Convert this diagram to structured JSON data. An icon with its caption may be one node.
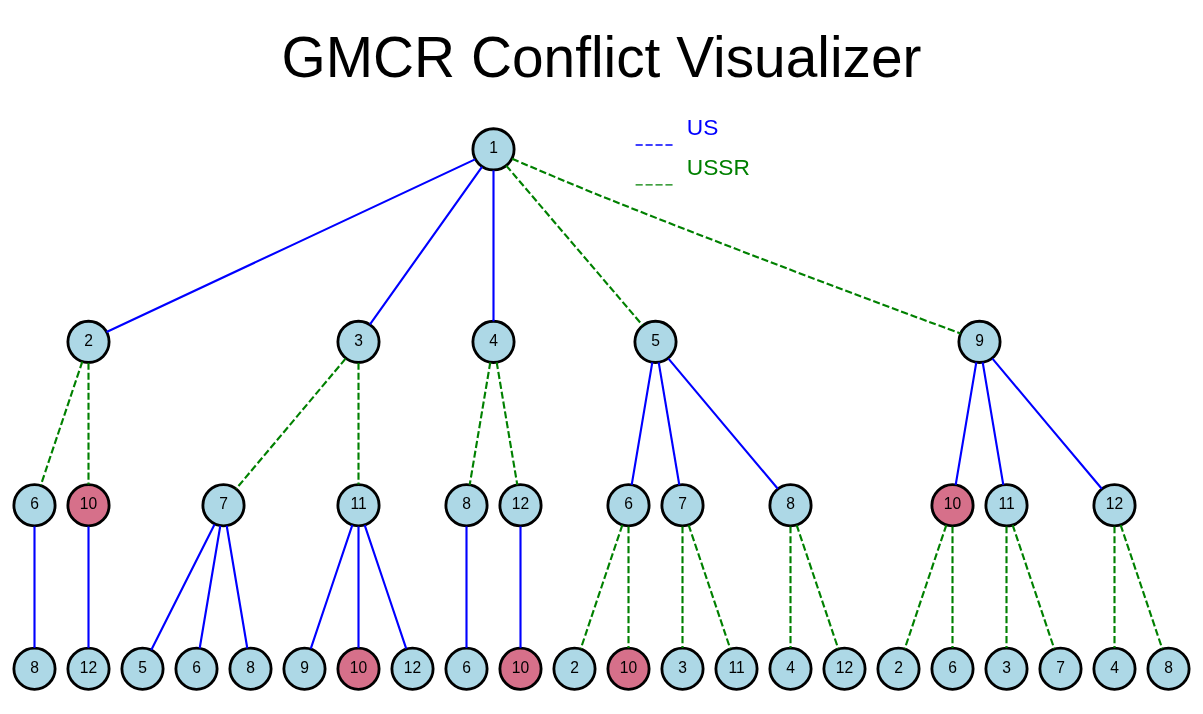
{
  "diagram": {
    "title": "GMCR Conflict Visualizer",
    "nodes": [
      {
        "text": [
          "1"
        ]
      },
      {
        "text": [
          "2"
        ]
      },
      {
        "text": [
          "3"
        ]
      },
      {
        "text": [
          "4"
        ]
      },
      {
        "text": [
          "5"
        ]
      },
      {
        "text": [
          "9"
        ]
      },
      {
        "text": [
          "6"
        ]
      },
      {
        "text": [
          "10"
        ]
      },
      {
        "text": [
          "7"
        ]
      },
      {
        "text": [
          "11"
        ]
      },
      {
        "text": [
          "8"
        ]
      },
      {
        "text": [
          "12"
        ]
      },
      {
        "text": [
          "6"
        ]
      },
      {
        "text": [
          "7"
        ]
      },
      {
        "text": [
          "8"
        ]
      },
      {
        "text": [
          "10"
        ]
      },
      {
        "text": [
          "11"
        ]
      },
      {
        "text": [
          "12"
        ]
      },
      {
        "text": [
          "8"
        ]
      },
      {
        "text": [
          "12"
        ]
      },
      {
        "text": [
          "5"
        ]
      },
      {
        "text": [
          "6"
        ]
      },
      {
        "text": [
          "8"
        ]
      },
      {
        "text": [
          "9"
        ]
      },
      {
        "text": [
          "10"
        ]
      },
      {
        "text": [
          "12"
        ]
      },
      {
        "text": [
          "6"
        ]
      },
      {
        "text": [
          "10"
        ]
      },
      {
        "text": [
          "2"
        ]
      },
      {
        "text": [
          "10"
        ]
      },
      {
        "text": [
          "3"
        ]
      },
      {
        "text": [
          "11"
        ]
      },
      {
        "text": [
          "4"
        ]
      },
      {
        "text": [
          "12"
        ]
      },
      {
        "text": [
          "2"
        ]
      },
      {
        "text": [
          "6"
        ]
      },
      {
        "text": [
          "3"
        ]
      },
      {
        "text": [
          "7"
        ]
      },
      {
        "text": [
          "4"
        ]
      },
      {
        "text": [
          "8"
        ]
      }
    ],
    "edges": [
      {
        "from": 0,
        "to": 1,
        "arrow": "none",
        "color": "#0000ff"
      },
      {
        "from": 0,
        "to": 2,
        "arrow": "none",
        "color": "#0000ff"
      },
      {
        "from": 0,
        "to": 3,
        "arrow": "none",
        "color": "#0000ff"
      },
      {
        "from": 0,
        "to": 4,
        "arrow": "none",
        "style": "dashed",
        "color": "#008000"
      },
      {
        "from": 0,
        "to": 5,
        "arrow": "none",
        "style": "dashed",
        "color": "#008000"
      },
      {
        "from": 1,
        "to": 6,
        "arrow": "none",
        "style": "dashed",
        "color": "#008000"
      },
      {
        "from": 1,
        "to": 7,
        "arrow": "none",
        "style": "dashed",
        "color": "#008000"
      },
      {
        "from": 2,
        "to": 8,
        "arrow": "none",
        "style": "dashed",
        "color": "#008000"
      },
      {
        "from": 2,
        "to": 9,
        "arrow": "none",
        "style": "dashed",
        "color": "#008000"
      },
      {
        "from": 3,
        "to": 10,
        "arrow": "none",
        "style": "dashed",
        "color": "#008000"
      },
      {
        "from": 3,
        "to": 11,
        "arrow": "none",
        "style": "dashed",
        "color": "#008000"
      },
      {
        "from": 4,
        "to": 12,
        "arrow": "none",
        "color": "#0000ff"
      },
      {
        "from": 4,
        "to": 13,
        "arrow": "none",
        "color": "#0000ff"
      },
      {
        "from": 4,
        "to": 14,
        "arrow": "none",
        "color": "#0000ff"
      },
      {
        "from": 5,
        "to": 15,
        "arrow": "none",
        "color": "#0000ff"
      },
      {
        "from": 5,
        "to": 16,
        "arrow": "none",
        "color": "#0000ff"
      },
      {
        "from": 5,
        "to": 17,
        "arrow": "none",
        "color": "#0000ff"
      },
      {
        "from": 6,
        "to": 18,
        "arrow": "none",
        "color": "#0000ff"
      },
      {
        "from": 7,
        "to": 19,
        "arrow": "none",
        "color": "#0000ff"
      },
      {
        "from": 8,
        "to": 20,
        "arrow": "none",
        "color": "#0000ff"
      },
      {
        "from": 8,
        "to": 21,
        "arrow": "none",
        "color": "#0000ff"
      },
      {
        "from": 8,
        "to": 22,
        "arrow": "none",
        "color": "#0000ff"
      },
      {
        "from": 9,
        "to": 23,
        "arrow": "none",
        "color": "#0000ff"
      },
      {
        "from": 9,
        "to": 24,
        "arrow": "none",
        "color": "#0000ff"
      },
      {
        "from": 9,
        "to": 25,
        "arrow": "none",
        "color": "#0000ff"
      },
      {
        "from": 10,
        "to": 26,
        "arrow": "none",
        "color": "#0000ff"
      },
      {
        "from": 11,
        "to": 27,
        "arrow": "none",
        "color": "#0000ff"
      },
      {
        "from": 12,
        "to": 28,
        "arrow": "none",
        "style": "dashed",
        "color": "#008000"
      },
      {
        "from": 12,
        "to": 29,
        "arrow": "none",
        "style": "dashed",
        "color": "#008000"
      },
      {
        "from": 13,
        "to": 30,
        "arrow": "none",
        "style": "dashed",
        "color": "#008000"
      },
      {
        "from": 13,
        "to": 31,
        "arrow": "none",
        "style": "dashed",
        "color": "#008000"
      },
      {
        "from": 14,
        "to": 32,
        "arrow": "none",
        "style": "dashed",
        "color": "#008000"
      },
      {
        "from": 14,
        "to": 33,
        "arrow": "none",
        "style": "dashed",
        "color": "#008000"
      },
      {
        "from": 15,
        "to": 34,
        "arrow": "none",
        "style": "dashed",
        "color": "#008000"
      },
      {
        "from": 15,
        "to": 35,
        "arrow": "none",
        "style": "dashed",
        "color": "#008000"
      },
      {
        "from": 16,
        "to": 36,
        "arrow": "none",
        "style": "dashed",
        "color": "#008000"
      },
      {
        "from": 16,
        "to": 37,
        "arrow": "none",
        "style": "dashed",
        "color": "#008000"
      },
      {
        "from": 17,
        "to": 38,
        "arrow": "none",
        "style": "dashed",
        "color": "#008000"
      },
      {
        "from": 17,
        "to": 39,
        "arrow": "none",
        "style": "dashed",
        "color": "#008000"
      }
    ],
    "legend": [
      {
        "text": "US",
        "color": "#0000ff"
      },
      {
        "text": "USSR",
        "color": "#008000"
      }
    ]
  }
}
